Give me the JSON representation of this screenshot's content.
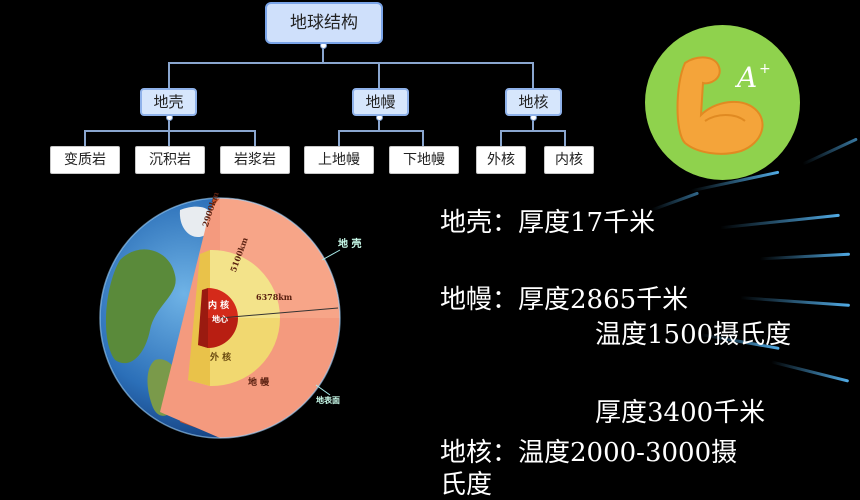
{
  "tree": {
    "root": "地球结构",
    "branches": [
      {
        "label": "地壳",
        "children": [
          "变质岩",
          "沉积岩",
          "岩浆岩"
        ]
      },
      {
        "label": "地幔",
        "children": [
          "上地幔",
          "下地幔"
        ]
      },
      {
        "label": "地核",
        "children": [
          "外核",
          "内核"
        ]
      }
    ]
  },
  "globe": {
    "labels": {
      "crust": "地 壳",
      "mantle": "地 幔",
      "outer_core": "外 核",
      "inner_core": "内 核",
      "center": "地心",
      "surface": "地表面",
      "depth_2900": "2900km",
      "depth_5100": "5100km",
      "radius_6378": "6378km"
    }
  },
  "info": {
    "crust_line": "地壳：厚度17千米",
    "mantle_line": "地幔：厚度2865千米",
    "mantle_temp": "温度1500摄氏度",
    "core_thickness": "厚度3400千米",
    "core_line": "地核：温度2000-3000摄",
    "core_wrap": "氏度"
  },
  "colors": {
    "background": "#000000",
    "logo_bg": "#8fd24d",
    "arm": "#f4a43a"
  },
  "icons": {
    "logo": "flexed-arm-a-plus-icon"
  }
}
